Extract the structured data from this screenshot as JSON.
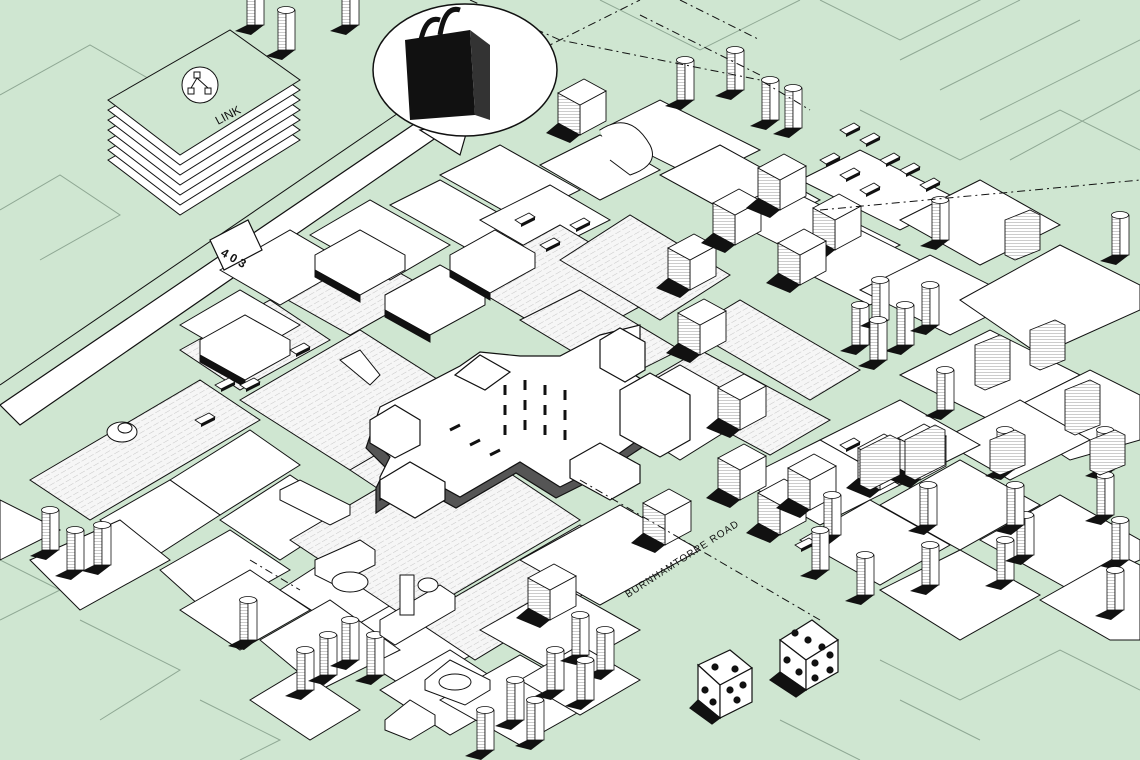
{
  "map": {
    "colors": {
      "green": "#cfe6d1",
      "white": "#ffffff",
      "black": "#111111",
      "parking": "#efefef"
    },
    "labels": {
      "booklet": "LINK",
      "highway_shield": "4 0 3",
      "road": "BURNHAMTORPE ROAD"
    },
    "icons": [
      "shopping-bag-icon",
      "dice-icon",
      "link-booklet-icon",
      "highway-403-shield-icon",
      "network-diagram-icon"
    ]
  }
}
